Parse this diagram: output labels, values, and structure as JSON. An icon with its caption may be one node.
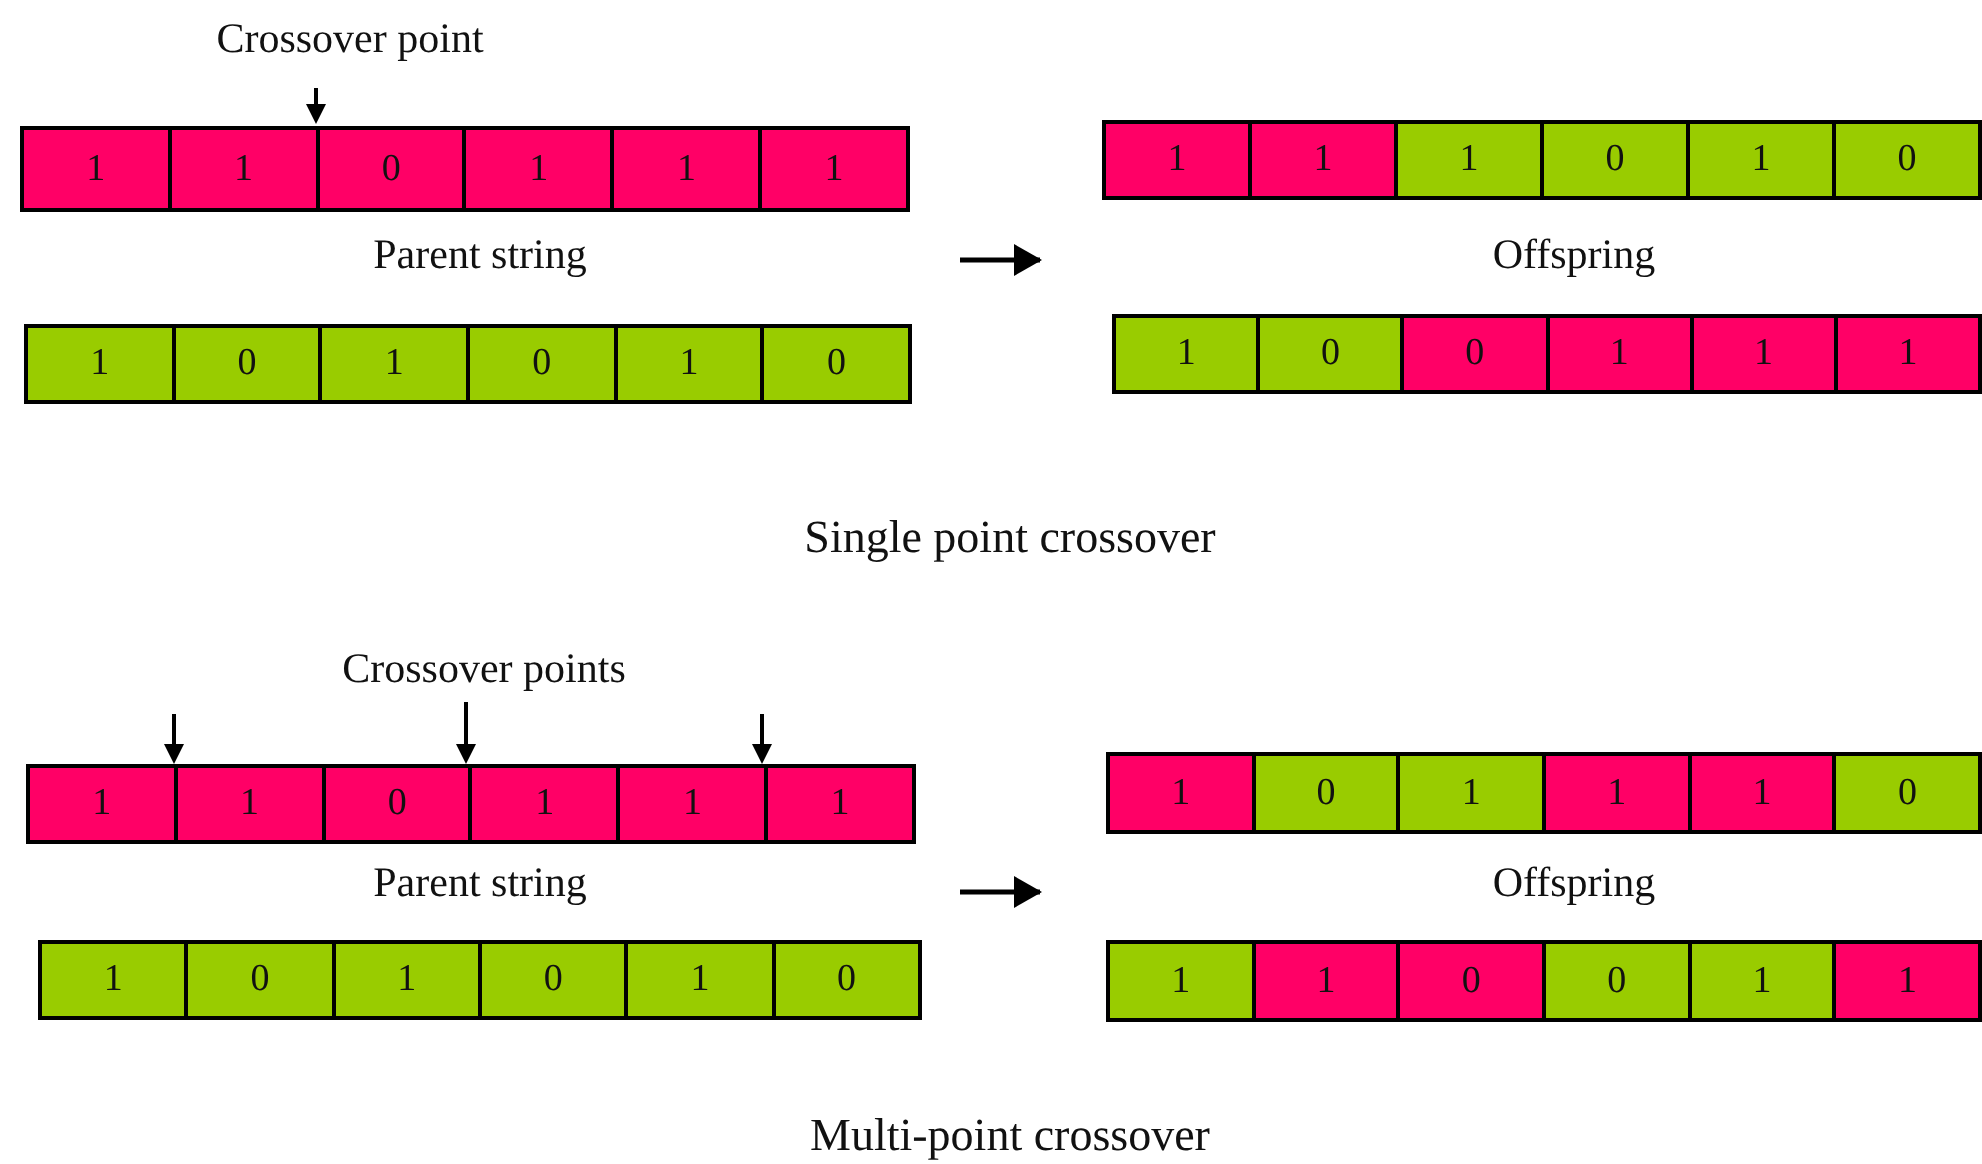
{
  "diagram": {
    "nodes": [
      {
        "text": [
          "Parent string"
        ]
      },
      {
        "text": [],
        "shape": "bar",
        "in": 0
      },
      {
        "text": [
          "1"
        ],
        "in": 1
      },
      {
        "text": [
          "1"
        ],
        "in": 1
      },
      {
        "text": [
          "0"
        ],
        "in": 1
      },
      {
        "text": [
          "1"
        ],
        "in": 1
      },
      {
        "text": [
          "1"
        ],
        "in": 1
      },
      {
        "text": [
          "1"
        ],
        "in": 1
      },
      {
        "text": [],
        "shape": "bar",
        "in": 0
      },
      {
        "text": [
          "1"
        ],
        "in": 8
      },
      {
        "text": [
          "0"
        ],
        "in": 8
      },
      {
        "text": [
          "1"
        ],
        "in": 8
      },
      {
        "text": [
          "0"
        ],
        "in": 8
      },
      {
        "text": [
          "1"
        ],
        "in": 8
      },
      {
        "text": [
          "0"
        ],
        "in": 8
      },
      {
        "text": [
          "Offspring"
        ]
      },
      {
        "text": [],
        "shape": "bar",
        "in": 15
      },
      {
        "text": [
          "1"
        ],
        "in": 16
      },
      {
        "text": [
          "1"
        ],
        "in": 16
      },
      {
        "text": [
          "1"
        ],
        "in": 16
      },
      {
        "text": [
          "0"
        ],
        "in": 16
      },
      {
        "text": [
          "1"
        ],
        "in": 16
      },
      {
        "text": [
          "0"
        ],
        "in": 16
      },
      {
        "text": [],
        "shape": "bar",
        "in": 15
      },
      {
        "text": [
          "1"
        ],
        "in": 23
      },
      {
        "text": [
          "0"
        ],
        "in": 23
      },
      {
        "text": [
          "0"
        ],
        "in": 23
      },
      {
        "text": [
          "1"
        ],
        "in": 23
      },
      {
        "text": [
          "1"
        ],
        "in": 23
      },
      {
        "text": [
          "1"
        ],
        "in": 23
      },
      {
        "text": [
          "Parent string"
        ]
      },
      {
        "text": [],
        "shape": "bar",
        "in": 30
      },
      {
        "text": [
          "1"
        ],
        "in": 31
      },
      {
        "text": [
          "1"
        ],
        "in": 31
      },
      {
        "text": [
          "0"
        ],
        "in": 31
      },
      {
        "text": [
          "1"
        ],
        "in": 31
      },
      {
        "text": [
          "1"
        ],
        "in": 31
      },
      {
        "text": [
          "1"
        ],
        "in": 31
      },
      {
        "text": [],
        "shape": "bar",
        "in": 30
      },
      {
        "text": [
          "1"
        ],
        "in": 38
      },
      {
        "text": [
          "0"
        ],
        "in": 38
      },
      {
        "text": [
          "1"
        ],
        "in": 38
      },
      {
        "text": [
          "0"
        ],
        "in": 38
      },
      {
        "text": [
          "1"
        ],
        "in": 38
      },
      {
        "text": [
          "0"
        ],
        "in": 38
      },
      {
        "text": [
          "Offspring"
        ]
      },
      {
        "text": [],
        "shape": "bar",
        "in": 45
      },
      {
        "text": [
          "1"
        ],
        "in": 46
      },
      {
        "text": [
          "0"
        ],
        "in": 46
      },
      {
        "text": [
          "1"
        ],
        "in": 46
      },
      {
        "text": [
          "1"
        ],
        "in": 46
      },
      {
        "text": [
          "1"
        ],
        "in": 46
      },
      {
        "text": [
          "0"
        ],
        "in": 46
      },
      {
        "text": [],
        "shape": "bar",
        "in": 45
      },
      {
        "text": [
          "1"
        ],
        "in": 53
      },
      {
        "text": [
          "1"
        ],
        "in": 53
      },
      {
        "text": [
          "0"
        ],
        "in": 53
      },
      {
        "text": [
          "0"
        ],
        "in": 53
      },
      {
        "text": [
          "1"
        ],
        "in": 53
      },
      {
        "text": [
          "1"
        ],
        "in": 53
      }
    ],
    "edges": [
      {
        "from": 0,
        "to": 15,
        "arrow": "to"
      },
      {
        "from": 30,
        "to": 45,
        "arrow": "to"
      }
    ],
    "labels": [
      "Crossover point",
      "Single point crossover",
      "Crossover points",
      "Multi-point crossover"
    ]
  }
}
